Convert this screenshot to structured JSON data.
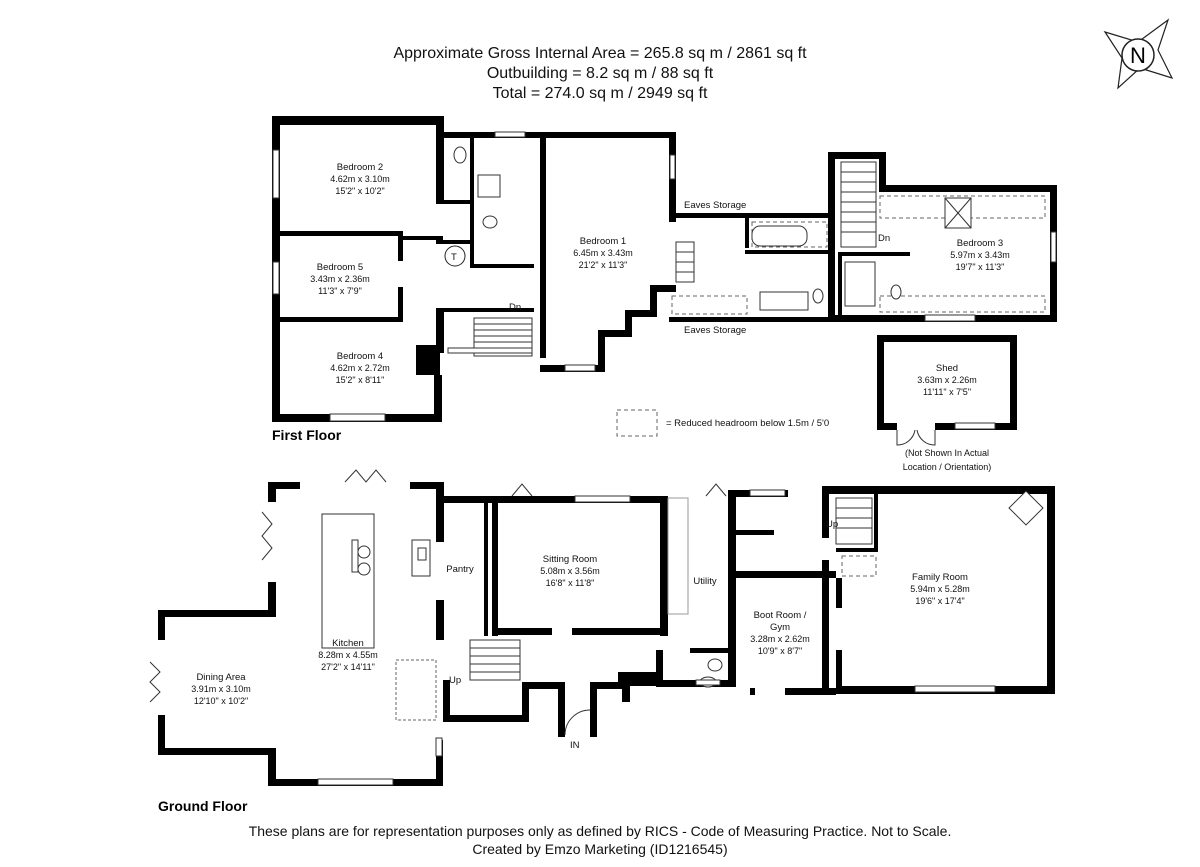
{
  "header": {
    "line1": "Approximate Gross Internal Area = 265.8 sq m / 2861 sq ft",
    "line2": "Outbuilding = 8.2 sq m / 88 sq ft",
    "line3": "Total = 274.0 sq m / 2949 sq ft"
  },
  "compass": {
    "label": "N"
  },
  "floors": {
    "first": "First Floor",
    "ground": "Ground Floor"
  },
  "rooms": {
    "bedroom2": {
      "name": "Bedroom 2",
      "metric": "4.62m x 3.10m",
      "imperial": "15'2\" x 10'2\""
    },
    "bedroom5": {
      "name": "Bedroom 5",
      "metric": "3.43m x 2.36m",
      "imperial": "11'3\" x 7'9\""
    },
    "bedroom4": {
      "name": "Bedroom 4",
      "metric": "4.62m x 2.72m",
      "imperial": "15'2\" x 8'11\""
    },
    "bedroom1": {
      "name": "Bedroom 1",
      "metric": "6.45m x 3.43m",
      "imperial": "21'2\" x 11'3\""
    },
    "bedroom3": {
      "name": "Bedroom 3",
      "metric": "5.97m x 3.43m",
      "imperial": "19'7\" x 11'3\""
    },
    "shed": {
      "name": "Shed",
      "metric": "3.63m x 2.26m",
      "imperial": "11'11\" x 7'5\""
    },
    "kitchen": {
      "name": "Kitchen",
      "metric": "8.28m x 4.55m",
      "imperial": "27'2\" x 14'11\""
    },
    "dining": {
      "name": "Dining Area",
      "metric": "3.91m x 3.10m",
      "imperial": "12'10\" x 10'2\""
    },
    "sitting": {
      "name": "Sitting Room",
      "metric": "5.08m x 3.56m",
      "imperial": "16'8\" x 11'8\""
    },
    "family": {
      "name": "Family Room",
      "metric": "5.94m x 5.28m",
      "imperial": "19'6\" x 17'4\""
    },
    "boot_l1": "Boot Room /",
    "boot_l2": "Gym",
    "boot_metric": "3.28m x 2.62m",
    "boot_imperial": "10'9\" x 8'7\"",
    "pantry": "Pantry",
    "utility": "Utility"
  },
  "labels": {
    "eaves_top": "Eaves Storage",
    "eaves_bottom": "Eaves Storage",
    "dn1": "Dn",
    "dn2": "Dn",
    "up1": "Up",
    "up2": "Up",
    "entrance": "IN",
    "tank": "T",
    "shed_note1": "(Not Shown In Actual",
    "shed_note2": "Location / Orientation)",
    "legend": "= Reduced headroom below 1.5m / 5'0"
  },
  "footer": {
    "line1": "These plans are for representation purposes only as defined by RICS - Code of Measuring Practice. Not to Scale.",
    "line2": "Created by Emzo Marketing (ID1216545)"
  }
}
